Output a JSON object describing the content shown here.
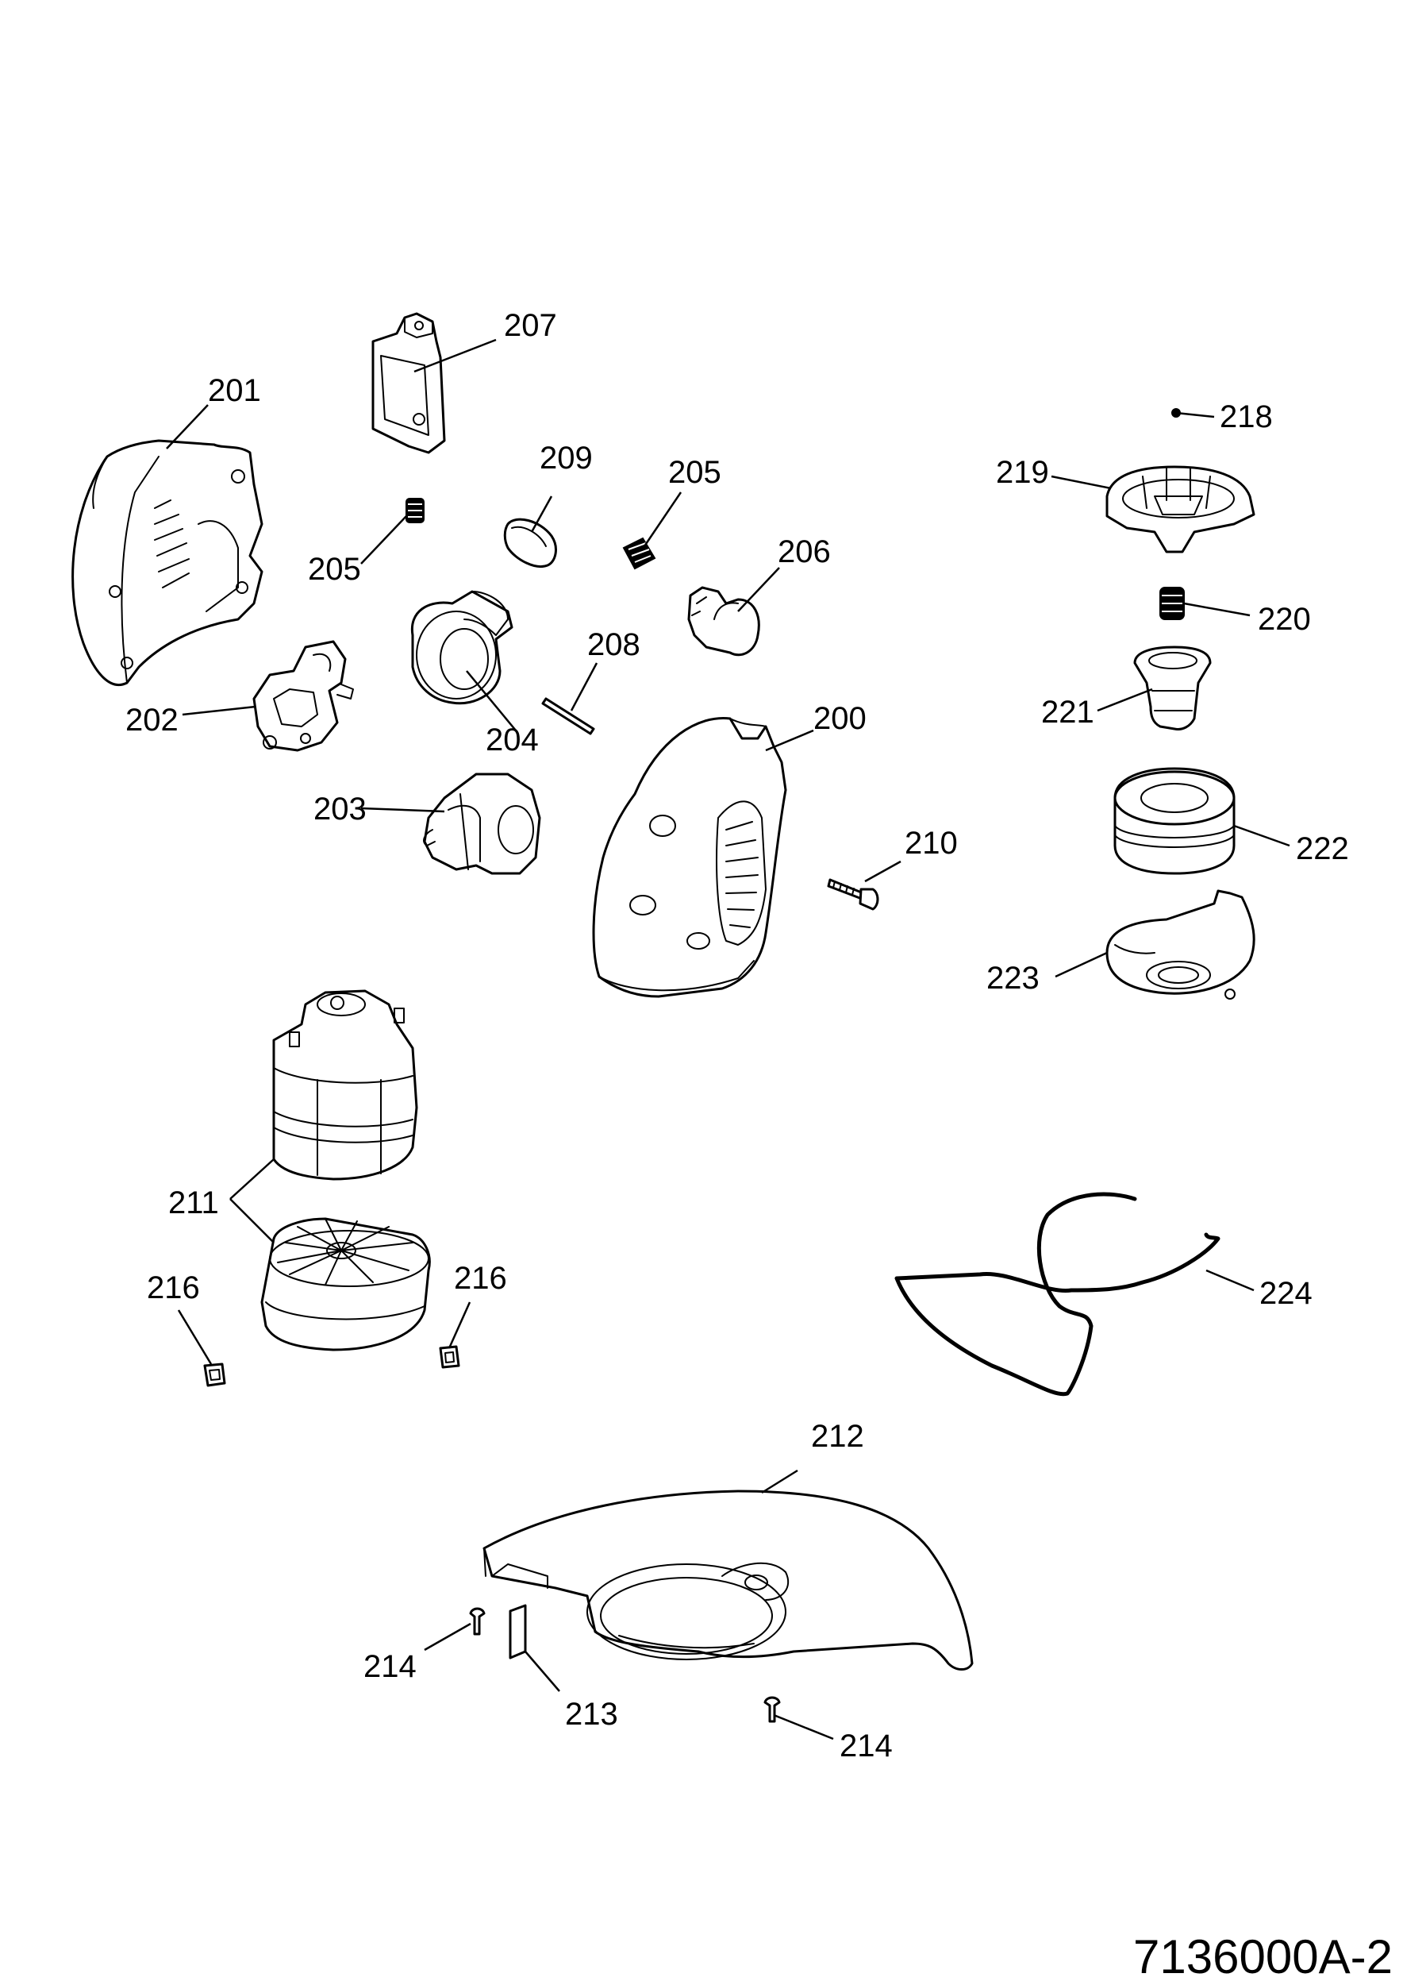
{
  "diagram": {
    "document_number": "7136000A-2",
    "labels": {
      "p200": "200",
      "p201": "201",
      "p202": "202",
      "p203": "203",
      "p204": "204",
      "p205a": "205",
      "p205b": "205",
      "p206": "206",
      "p207": "207",
      "p208": "208",
      "p209": "209",
      "p210": "210",
      "p211": "211",
      "p212": "212",
      "p213": "213",
      "p214a": "214",
      "p214b": "214",
      "p216a": "216",
      "p216b": "216",
      "p218": "218",
      "p219": "219",
      "p220": "220",
      "p221": "221",
      "p222": "222",
      "p223": "223",
      "p224": "224"
    }
  }
}
